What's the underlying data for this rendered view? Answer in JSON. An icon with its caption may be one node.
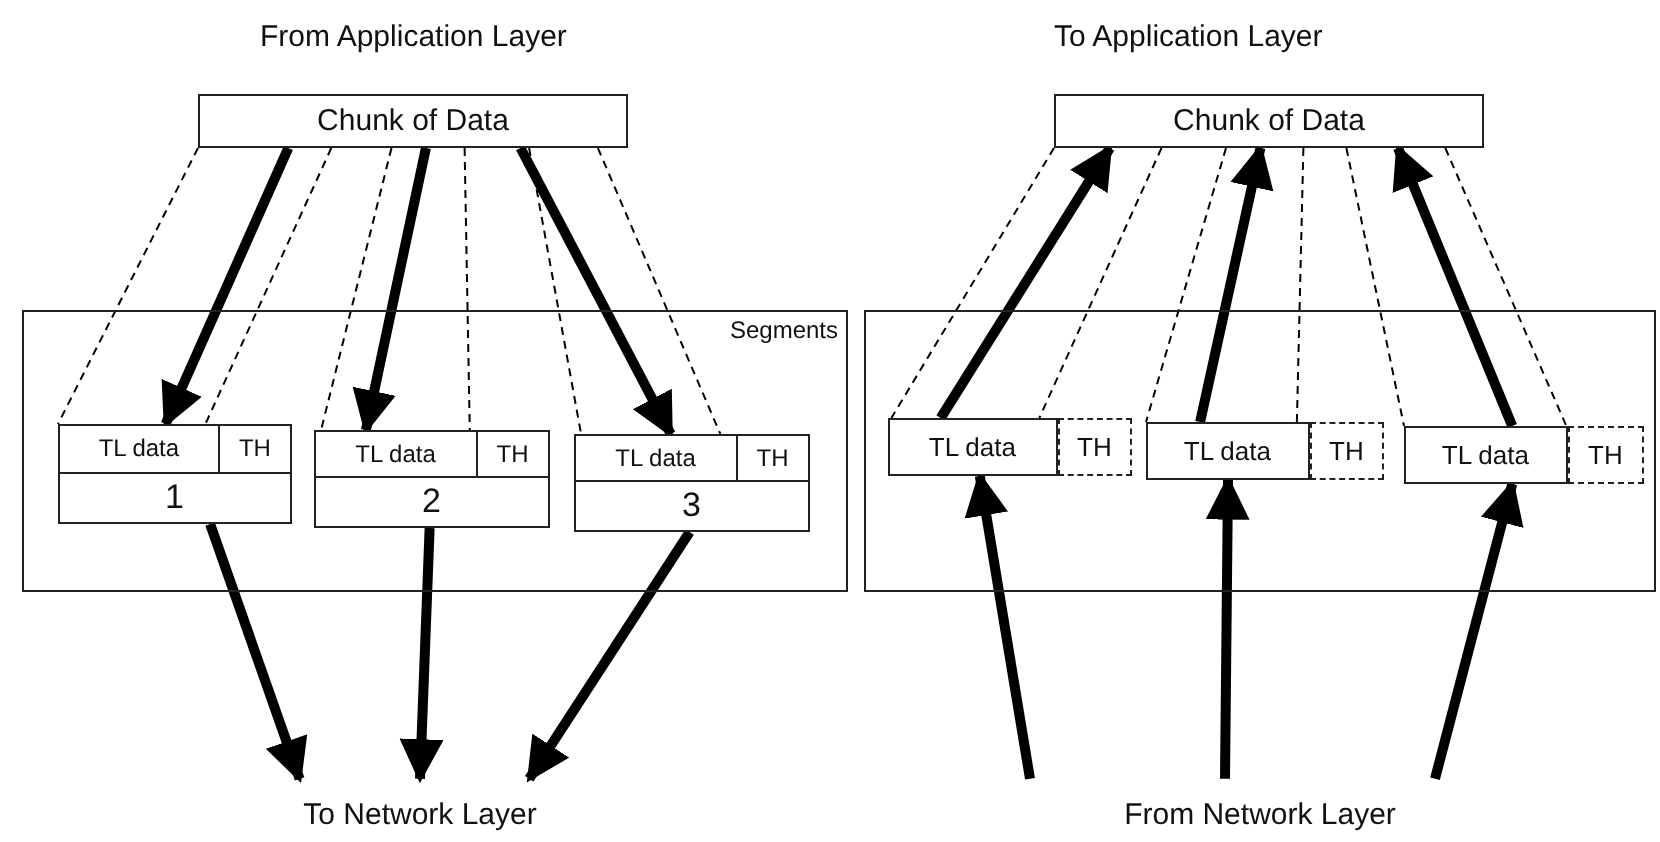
{
  "diagram": {
    "nodes": [
      {
        "text": [
          "Segments"
        ]
      },
      {
        "text": [
          "Chunk of Data"
        ]
      },
      {
        "text": [
          "TL data",
          "TH",
          "1"
        ],
        "in": 0
      },
      {
        "text": [
          "TL data",
          "TH",
          "2"
        ],
        "in": 0
      },
      {
        "text": [
          "TL data",
          "TH",
          "3"
        ],
        "in": 0
      },
      {
        "text": [
          "To Network Layer"
        ]
      },
      {
        "text": [],
        "shape": "box"
      },
      {
        "text": [
          "Chunk of Data"
        ]
      },
      {
        "text": [
          "TL data"
        ],
        "in": 6
      },
      {
        "text": [
          "TH"
        ],
        "in": 6
      },
      {
        "text": [
          "TL data"
        ],
        "in": 6
      },
      {
        "text": [
          "TH"
        ],
        "in": 6
      },
      {
        "text": [
          "TL data"
        ],
        "in": 6
      },
      {
        "text": [
          "TH"
        ],
        "in": 6
      },
      {
        "text": [
          "From Network Layer"
        ]
      }
    ],
    "edges": [
      {
        "from": 1,
        "to": 2,
        "arrow": "to",
        "style": "thick"
      },
      {
        "from": 1,
        "to": 3,
        "arrow": "to",
        "style": "thick"
      },
      {
        "from": 1,
        "to": 4,
        "arrow": "to",
        "style": "thick"
      },
      {
        "from": 1,
        "to": 2,
        "arrow": "none",
        "style": "dashed"
      },
      {
        "from": 1,
        "to": 2,
        "arrow": "none",
        "style": "dashed"
      },
      {
        "from": 1,
        "to": 3,
        "arrow": "none",
        "style": "dashed"
      },
      {
        "from": 1,
        "to": 3,
        "arrow": "none",
        "style": "dashed"
      },
      {
        "from": 1,
        "to": 4,
        "arrow": "none",
        "style": "dashed"
      },
      {
        "from": 1,
        "to": 4,
        "arrow": "none",
        "style": "dashed"
      },
      {
        "from": 2,
        "to": 5,
        "arrow": "to",
        "style": "thick"
      },
      {
        "from": 3,
        "to": 5,
        "arrow": "to",
        "style": "thick"
      },
      {
        "from": 4,
        "to": 5,
        "arrow": "to",
        "style": "thick"
      },
      {
        "from": 8,
        "to": 7,
        "arrow": "to",
        "style": "thick"
      },
      {
        "from": 7,
        "to": 8,
        "arrow": "none",
        "style": "dashed"
      },
      {
        "from": 7,
        "to": 8,
        "arrow": "none",
        "style": "dashed"
      },
      {
        "from": 10,
        "to": 7,
        "arrow": "to",
        "style": "thick"
      },
      {
        "from": 7,
        "to": 10,
        "arrow": "none",
        "style": "dashed"
      },
      {
        "from": 7,
        "to": 10,
        "arrow": "none",
        "style": "dashed"
      },
      {
        "from": 12,
        "to": 7,
        "arrow": "to",
        "style": "thick"
      },
      {
        "from": 7,
        "to": 12,
        "arrow": "none",
        "style": "dashed"
      },
      {
        "from": 7,
        "to": 12,
        "arrow": "none",
        "style": "dashed"
      },
      {
        "from": 14,
        "to": 8,
        "arrow": "to",
        "style": "thick"
      },
      {
        "from": 14,
        "to": 10,
        "arrow": "to",
        "style": "thick"
      },
      {
        "from": 14,
        "to": 12,
        "arrow": "to",
        "style": "thick"
      }
    ],
    "labels": [
      "From Application Layer",
      "To Application Layer"
    ]
  }
}
